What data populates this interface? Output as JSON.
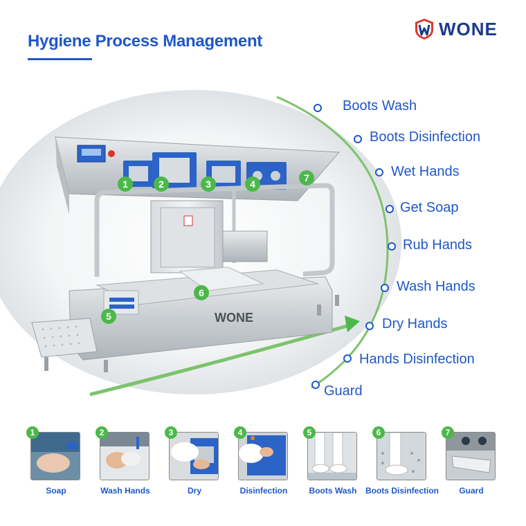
{
  "header": {
    "title": "Hygiene Process Management",
    "logo_text": "WONE"
  },
  "machine": {
    "brand_text": "WONE"
  },
  "process_steps": [
    "Boots Wash",
    "Boots Disinfection",
    "Wet Hands",
    "Get Soap",
    "Rub Hands",
    "Wash Hands",
    "Dry Hands",
    "Hands Disinfection",
    "Guard"
  ],
  "machine_badges": [
    "1",
    "2",
    "3",
    "4",
    "5",
    "6",
    "7"
  ],
  "thumbnails": [
    {
      "num": "1",
      "label": "Soap"
    },
    {
      "num": "2",
      "label": "Wash Hands"
    },
    {
      "num": "3",
      "label": "Dry"
    },
    {
      "num": "4",
      "label": "Disinfection"
    },
    {
      "num": "5",
      "label": "Boots Wash"
    },
    {
      "num": "6",
      "label": "Boots Disinfection"
    },
    {
      "num": "7",
      "label": "Guard"
    }
  ],
  "colors": {
    "accent": "#1f57c8",
    "badge": "#4cb84a",
    "logo": "#1d3a8a",
    "logo_red": "#d8362b"
  }
}
